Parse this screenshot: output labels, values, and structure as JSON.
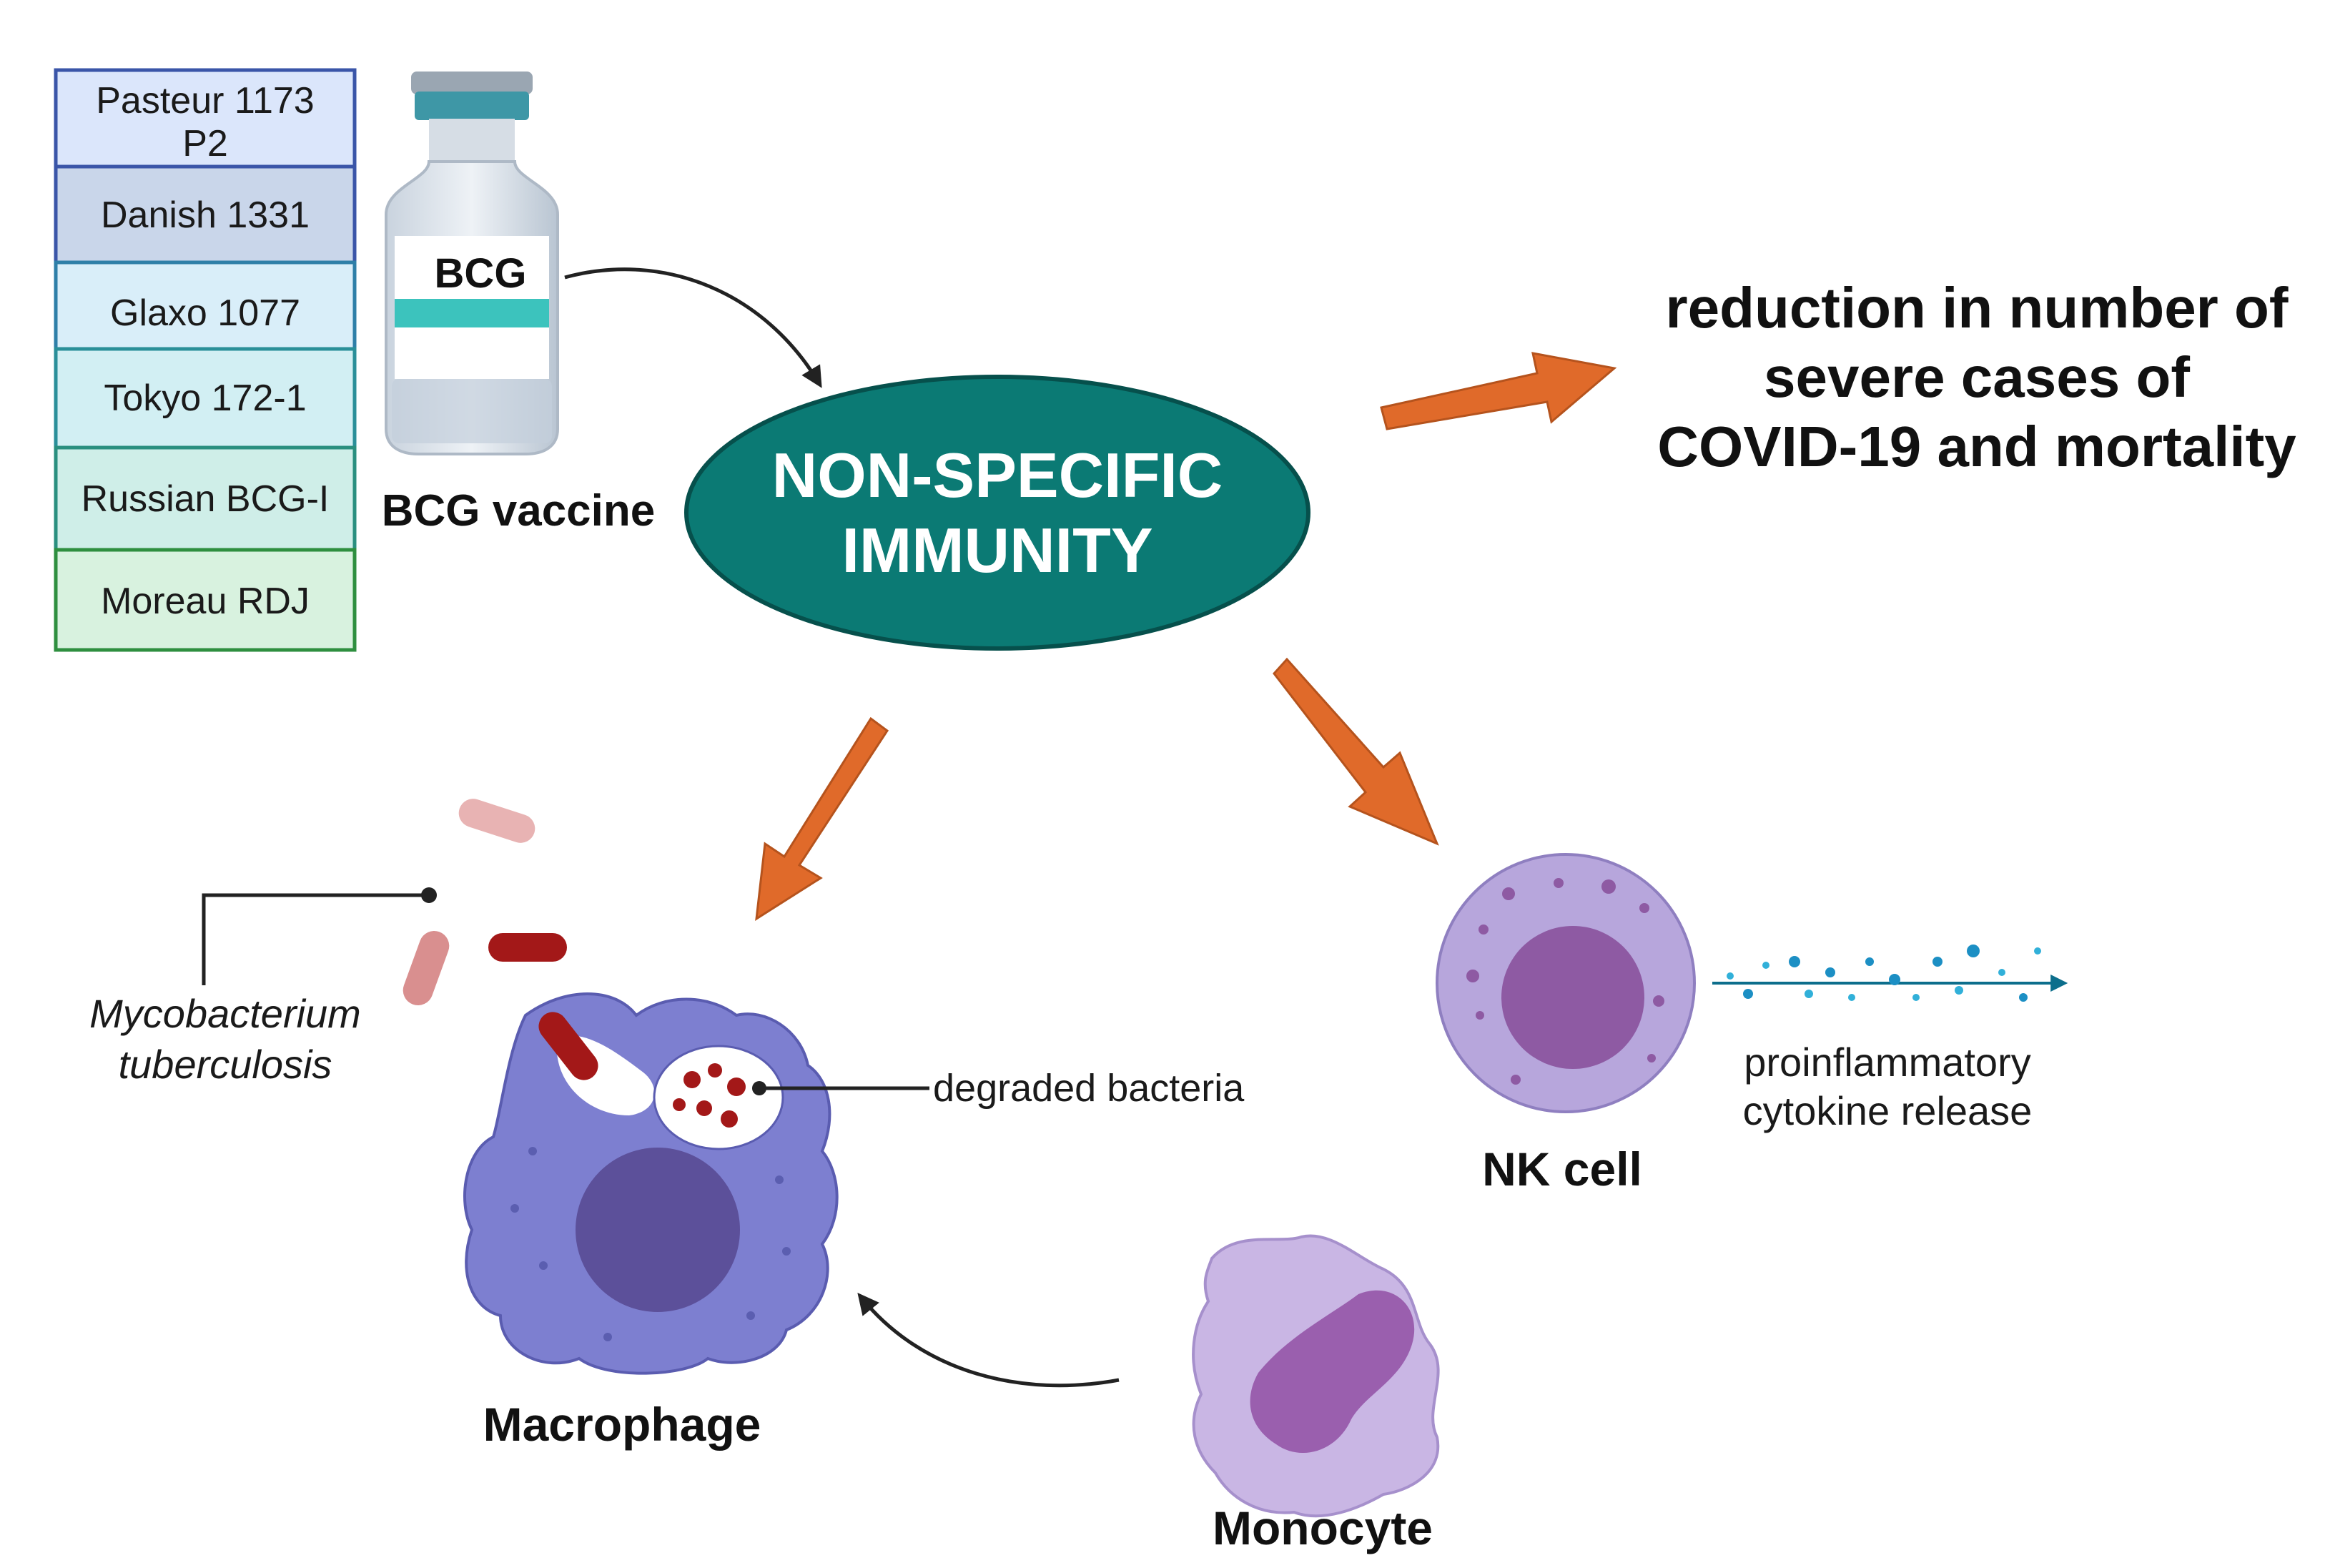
{
  "strains": {
    "items": [
      {
        "label": "Pasteur 1173 P2",
        "line1": "Pasteur 1173",
        "line2": "P2",
        "fill": "#dbe6fb",
        "stroke": "#3a55a8"
      },
      {
        "label": "Danish 1331",
        "fill": "#c9d6ea",
        "stroke": "#3a55a8"
      },
      {
        "label": "Glaxo 1077",
        "fill": "#d9eef9",
        "stroke": "#2e7fa8"
      },
      {
        "label": "Tokyo 172-1",
        "fill": "#d2eff3",
        "stroke": "#2a8f99"
      },
      {
        "label": "Russian BCG-I",
        "fill": "#cfeee8",
        "stroke": "#2a8f7f"
      },
      {
        "label": "Moreau RDJ",
        "fill": "#d8f2df",
        "stroke": "#2e8f3f"
      }
    ]
  },
  "vaccine": {
    "vial_label": "BCG",
    "caption": "BCG vaccine"
  },
  "center": {
    "line1": "NON-SPECIFIC",
    "line2": "IMMUNITY",
    "fill": "#0b7a74"
  },
  "outcome": {
    "line1": "reduction in number of",
    "line2": "severe cases of",
    "line3": "COVID-19 and mortality"
  },
  "macrophage": {
    "caption": "Macrophage",
    "fill": "#7d7fd0"
  },
  "bacteria": {
    "line1": "Mycobacterium",
    "line2": "tuberculosis"
  },
  "degraded": {
    "label": "degraded bacteria"
  },
  "nk_cell": {
    "caption": "NK cell",
    "fill": "#b7a6dc"
  },
  "cytokine": {
    "line1": "proinflammatory",
    "line2": "cytokine release"
  },
  "monocyte": {
    "caption": "Monocyte",
    "fill": "#c9b6e4"
  },
  "colors": {
    "arrow": "#e06a2a",
    "teal_stripe": "#3cc3bd",
    "bacteria_red": "#a31818"
  }
}
